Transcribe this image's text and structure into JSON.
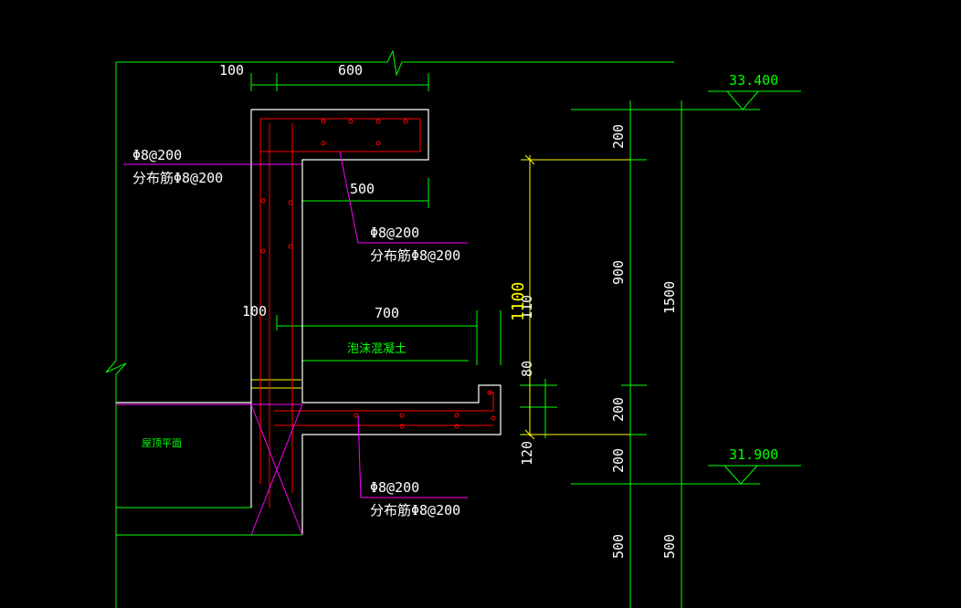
{
  "colors": {
    "background": "#000000",
    "dimension_line": "#00ff00",
    "outline": "#ffffff",
    "rebar_red": "#ff0000",
    "leader_magenta": "#ff00ff",
    "yellow_dim": "#ffff00",
    "white_text": "#ffffff",
    "green_text": "#00ff00"
  },
  "dimensions": {
    "top_100": "100",
    "top_600": "600",
    "inner_500": "500",
    "mid_100": "100",
    "width_700": "700",
    "right_200_top": "200",
    "right_900": "900",
    "right_1500": "1500",
    "right_200_mid": "200",
    "right_200_bottom": "200",
    "right_500_left": "500",
    "right_500_right": "500",
    "left_80": "80",
    "left_120": "120",
    "yellow_1100": "1100",
    "side_110": "110"
  },
  "elevations": {
    "top": "33.400",
    "bottom": "31.900"
  },
  "annotations": {
    "upper_left_main": "Φ8@200",
    "upper_left_dist": "分布筋Φ8@200",
    "middle_main": "Φ8@200",
    "middle_dist": "分布筋Φ8@200",
    "bottom_main": "Φ8@200",
    "bottom_dist": "分布筋Φ8@200",
    "foam_concrete": "泡沫混凝土",
    "roof_plan": "屋顶平面"
  }
}
